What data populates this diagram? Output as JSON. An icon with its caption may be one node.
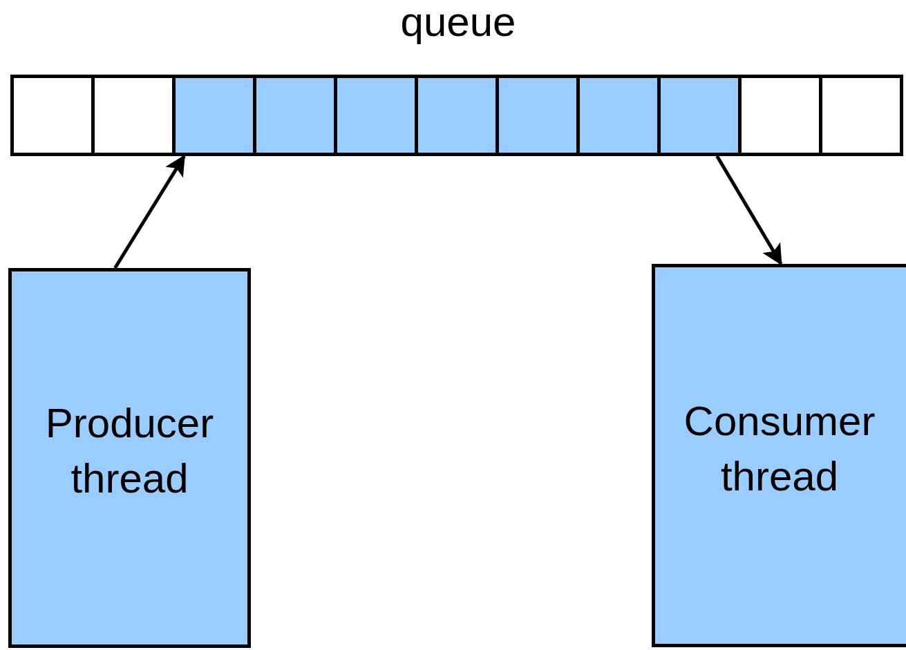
{
  "diagram": {
    "nodes": [
      {
        "text": [
          "queue"
        ]
      },
      {
        "text": [],
        "shape": "box",
        "in": 0
      },
      {
        "text": [],
        "shape": "box",
        "in": 0
      },
      {
        "text": [],
        "shape": "box",
        "in": 0
      },
      {
        "text": [],
        "shape": "box",
        "in": 0
      },
      {
        "text": [],
        "shape": "box",
        "in": 0
      },
      {
        "text": [],
        "shape": "box",
        "in": 0
      },
      {
        "text": [],
        "shape": "box",
        "in": 0
      },
      {
        "text": [],
        "shape": "box",
        "in": 0
      },
      {
        "text": [],
        "shape": "box",
        "in": 0
      },
      {
        "text": [],
        "shape": "box",
        "in": 0
      },
      {
        "text": [],
        "shape": "box",
        "in": 0
      },
      {
        "text": [
          "Producer thread"
        ]
      },
      {
        "text": [
          "Consumer thread"
        ]
      }
    ],
    "edges": [
      {
        "from": 12,
        "to": 3,
        "arrow": "to"
      },
      {
        "from": 9,
        "to": 13,
        "arrow": "to"
      }
    ]
  }
}
